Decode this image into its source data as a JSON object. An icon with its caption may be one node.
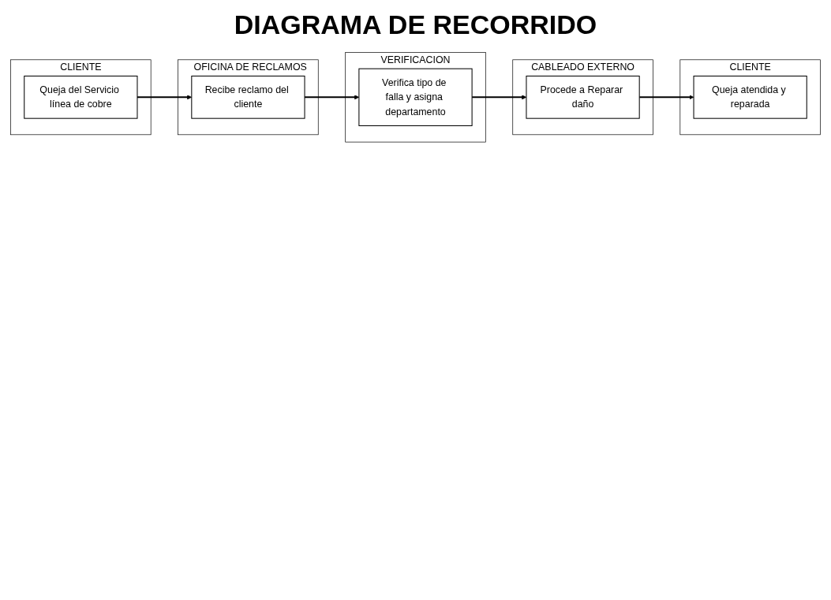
{
  "diagram": {
    "title": "DIAGRAMA DE RECORRIDO",
    "nodes": [
      {
        "text": [
          "CLIENTE"
        ]
      },
      {
        "text": [
          "Queja del Servicio línea de cobre"
        ],
        "in": 0
      },
      {
        "text": [
          "OFICINA DE RECLAMOS"
        ]
      },
      {
        "text": [
          "Recibe reclamo del cliente"
        ],
        "in": 2
      },
      {
        "text": [
          "VERIFICACION"
        ]
      },
      {
        "text": [
          "Verifica tipo de falla y asigna departamento"
        ],
        "in": 4
      },
      {
        "text": [
          "CABLEADO EXTERNO"
        ]
      },
      {
        "text": [
          "Procede a Reparar daño"
        ],
        "in": 6
      },
      {
        "text": [
          "CLIENTE"
        ]
      },
      {
        "text": [
          "Queja atendida y reparada"
        ],
        "in": 8
      }
    ],
    "edges": [
      {
        "from": 1,
        "to": 3,
        "arrow": "to"
      },
      {
        "from": 3,
        "to": 5,
        "arrow": "to"
      },
      {
        "from": 5,
        "to": 7,
        "arrow": "to"
      },
      {
        "from": 7,
        "to": 9,
        "arrow": "to"
      }
    ]
  }
}
